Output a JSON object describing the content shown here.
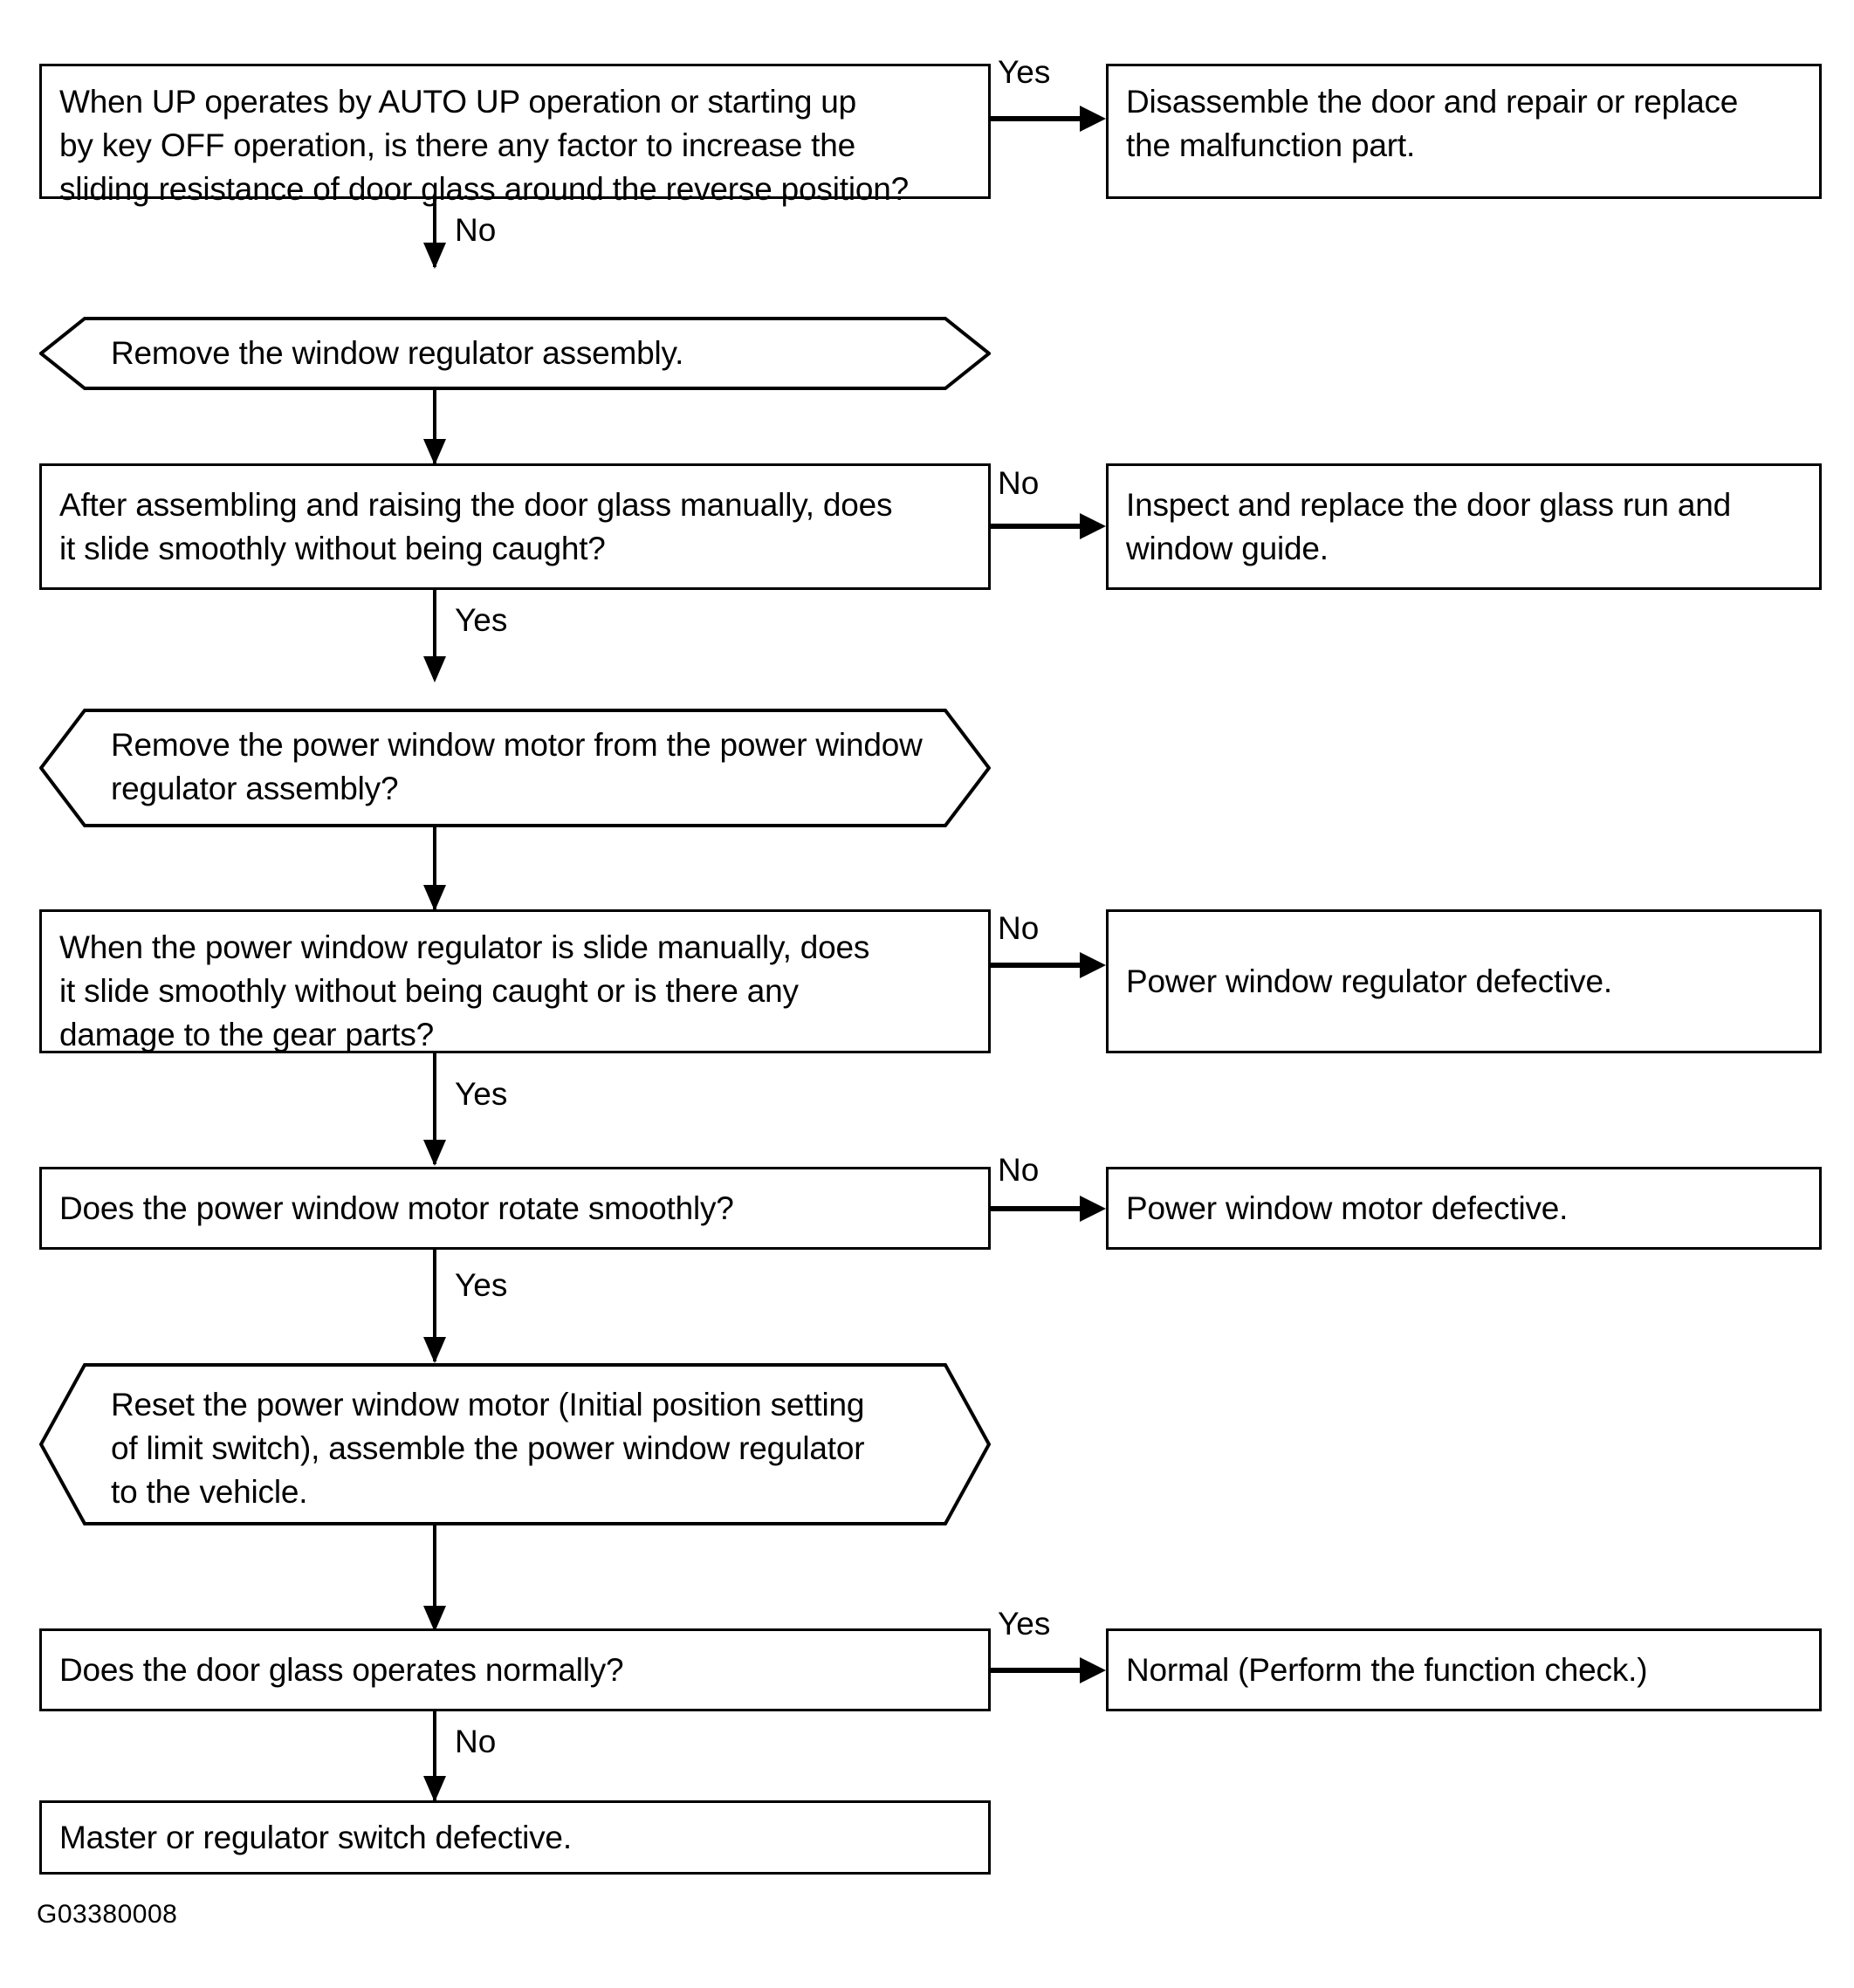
{
  "figure": {
    "id_label": "G03380008",
    "type": "flowchart",
    "ink_color": "#000000",
    "background_color": "#ffffff"
  },
  "nodes": [
    {
      "key": "q1",
      "shape": "rectangle",
      "text": "When UP operates by AUTO UP operation or starting up\nby key OFF operation, is there any factor to increase the\nsliding resistance of door glass around the reverse position?"
    },
    {
      "key": "r1",
      "shape": "rectangle",
      "text": "Disassemble the door and repair or replace\nthe malfunction part."
    },
    {
      "key": "h1",
      "shape": "hexagon",
      "text": "Remove the window regulator assembly."
    },
    {
      "key": "q2",
      "shape": "rectangle",
      "text": "After assembling and raising the door glass manually, does\nit slide smoothly without being caught?"
    },
    {
      "key": "r2",
      "shape": "rectangle",
      "text": "Inspect and replace the door glass run and\nwindow guide."
    },
    {
      "key": "h2",
      "shape": "hexagon",
      "text": "Remove the power window motor from the power window\nregulator assembly?"
    },
    {
      "key": "q3",
      "shape": "rectangle",
      "text": "When the power window regulator is slide manually, does\nit slide smoothly without being caught or is there any\ndamage to the gear parts?"
    },
    {
      "key": "r3",
      "shape": "rectangle",
      "text": "Power window regulator defective."
    },
    {
      "key": "q4",
      "shape": "rectangle",
      "text": "Does the power window motor rotate smoothly?"
    },
    {
      "key": "r4",
      "shape": "rectangle",
      "text": "Power window motor defective."
    },
    {
      "key": "h3",
      "shape": "hexagon",
      "text": "Reset the power window motor (Initial position setting\nof limit switch), assemble the power window regulator\nto the vehicle."
    },
    {
      "key": "q5",
      "shape": "rectangle",
      "text": "Does the door glass operates normally?"
    },
    {
      "key": "r5",
      "shape": "rectangle",
      "text": "Normal (Perform the function check.)"
    },
    {
      "key": "end",
      "shape": "rectangle",
      "text": "Master or regulator switch defective."
    }
  ],
  "edge_labels": {
    "q1_yes": "Yes",
    "q1_no": "No",
    "q2_no": "No",
    "q2_yes": "Yes",
    "q3_no": "No",
    "q3_yes": "Yes",
    "q4_no": "No",
    "q4_yes": "Yes",
    "q5_yes": "Yes",
    "q5_no": "No"
  }
}
